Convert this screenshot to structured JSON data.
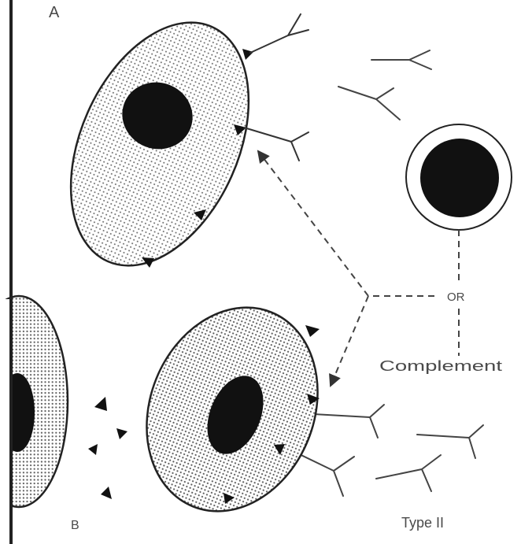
{
  "labels": {
    "panel_top": "A",
    "panel_bottom": "B",
    "or": "OR",
    "complement": "Complement",
    "type": "Type II"
  },
  "colors": {
    "ink": "#111111",
    "dots": "#6f6f6f",
    "background": "#ffffff"
  },
  "icons": {
    "antibody": "antibody-icon",
    "antigen": "antigen-triangle-icon",
    "lymphocyte": "lymphocyte-icon"
  }
}
